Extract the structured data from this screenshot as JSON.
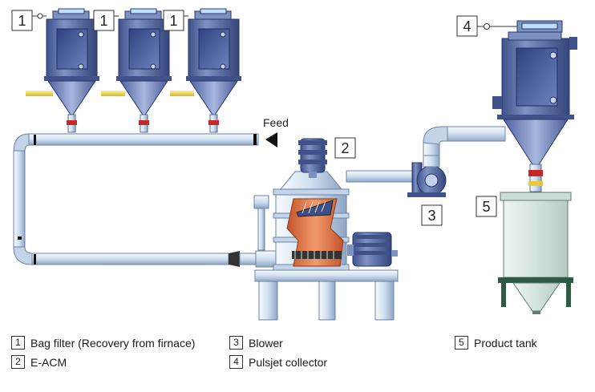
{
  "callouts": {
    "bag_filter": "1",
    "eacm": "2",
    "blower": "3",
    "pulsjet": "4",
    "product_tank": "5"
  },
  "feed_label": "Feed",
  "legend": [
    {
      "num": "1",
      "text": "Bag filter (Recovery from firnace)"
    },
    {
      "num": "2",
      "text": "E-ACM"
    },
    {
      "num": "3",
      "text": "Blower"
    },
    {
      "num": "4",
      "text": "Pulsjet collector"
    },
    {
      "num": "5",
      "text": "Product tank"
    }
  ],
  "colors": {
    "equipment_blue": "#5a6fa8",
    "pipe_light": "#d9e6f4",
    "orange_rotor": "#e07a4a",
    "feed_yellow": "#f1d93a",
    "tank_glass": "#dbe8e4",
    "tank_frame": "#2f5b45"
  }
}
